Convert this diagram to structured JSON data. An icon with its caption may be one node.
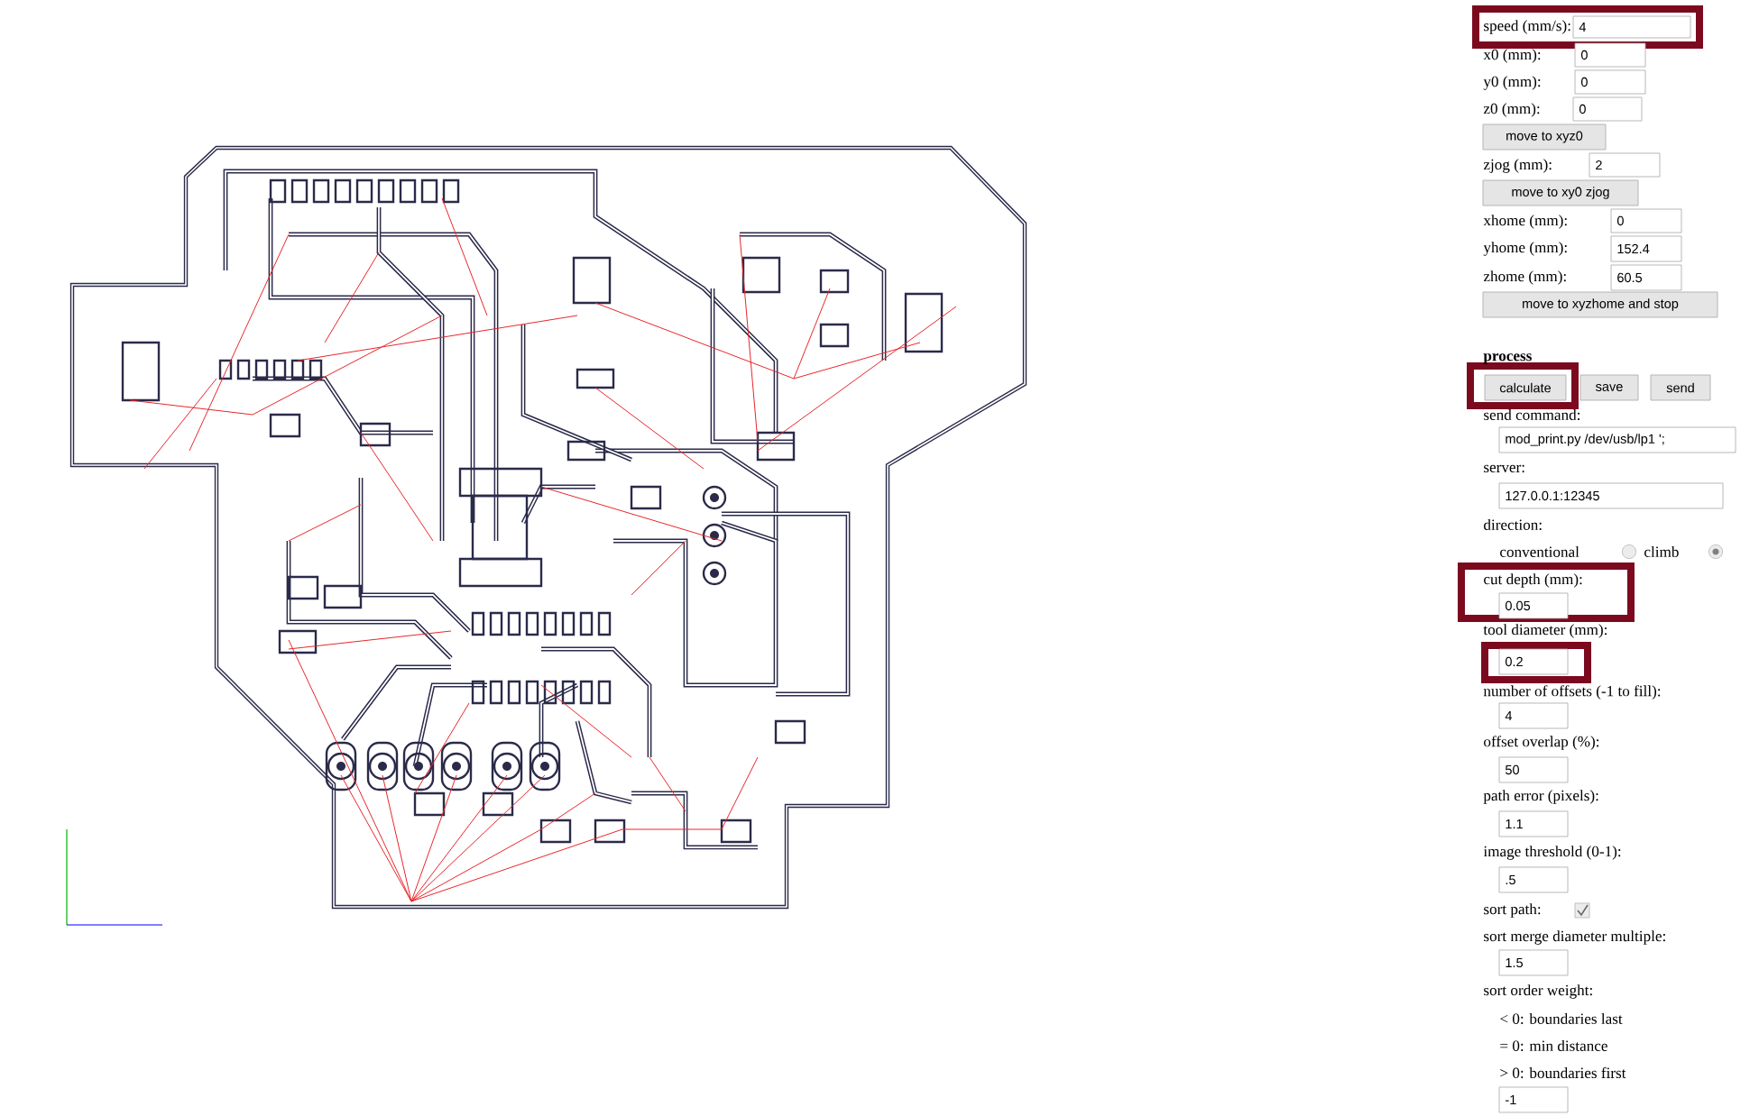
{
  "diagram": {
    "labels": [
      "speed (mm/s):",
      "4",
      "x0 (mm):",
      "0",
      "y0 (mm):",
      "0",
      "z0 (mm):",
      "0",
      "move to xyz0",
      "zjog (mm):",
      "2",
      "move to xy0 zjog",
      "xhome (mm):",
      "0",
      "yhome (mm):",
      "152.4",
      "zhome (mm):",
      "60.5",
      "move to xyzhome and stop",
      "process",
      "calculate",
      "save",
      "send",
      "send command:",
      "mod_print.py /dev/usb/lp1 ';",
      "server:",
      "127.0.0.1:12345",
      "direction:",
      "conventional",
      "climb",
      "cut depth (mm):",
      "0.05",
      "tool diameter (mm):",
      "0.2",
      "number of offsets (-1 to fill):",
      "4",
      "offset overlap (%):",
      "50",
      "path error (pixels):",
      "1.1",
      "image threshold (0-1):",
      ".5",
      "sort path:",
      "sort merge diameter multiple:",
      "1.5",
      "sort order weight:",
      "< 0: boundaries last",
      "= 0: min distance",
      "> 0: boundaries first",
      "-1"
    ]
  }
}
